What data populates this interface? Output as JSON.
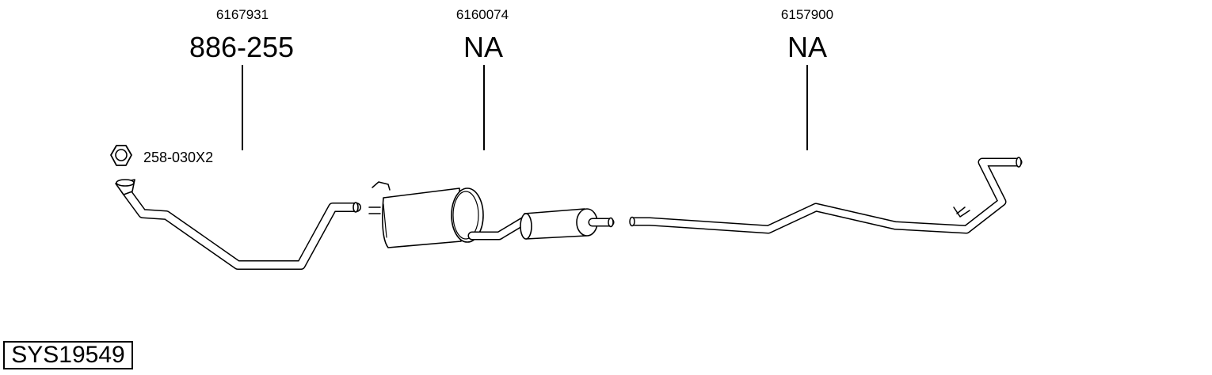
{
  "parts": [
    {
      "id": "front-pipe",
      "oem_number": "6167931",
      "part_number": "886-255"
    },
    {
      "id": "middle-silencer",
      "oem_number": "6160074",
      "part_number": "NA"
    },
    {
      "id": "rear-pipe",
      "oem_number": "6157900",
      "part_number": "NA"
    }
  ],
  "nut": {
    "label": "258-030X2",
    "icon": "hex-nut-icon"
  },
  "system_code": "SYS19549"
}
